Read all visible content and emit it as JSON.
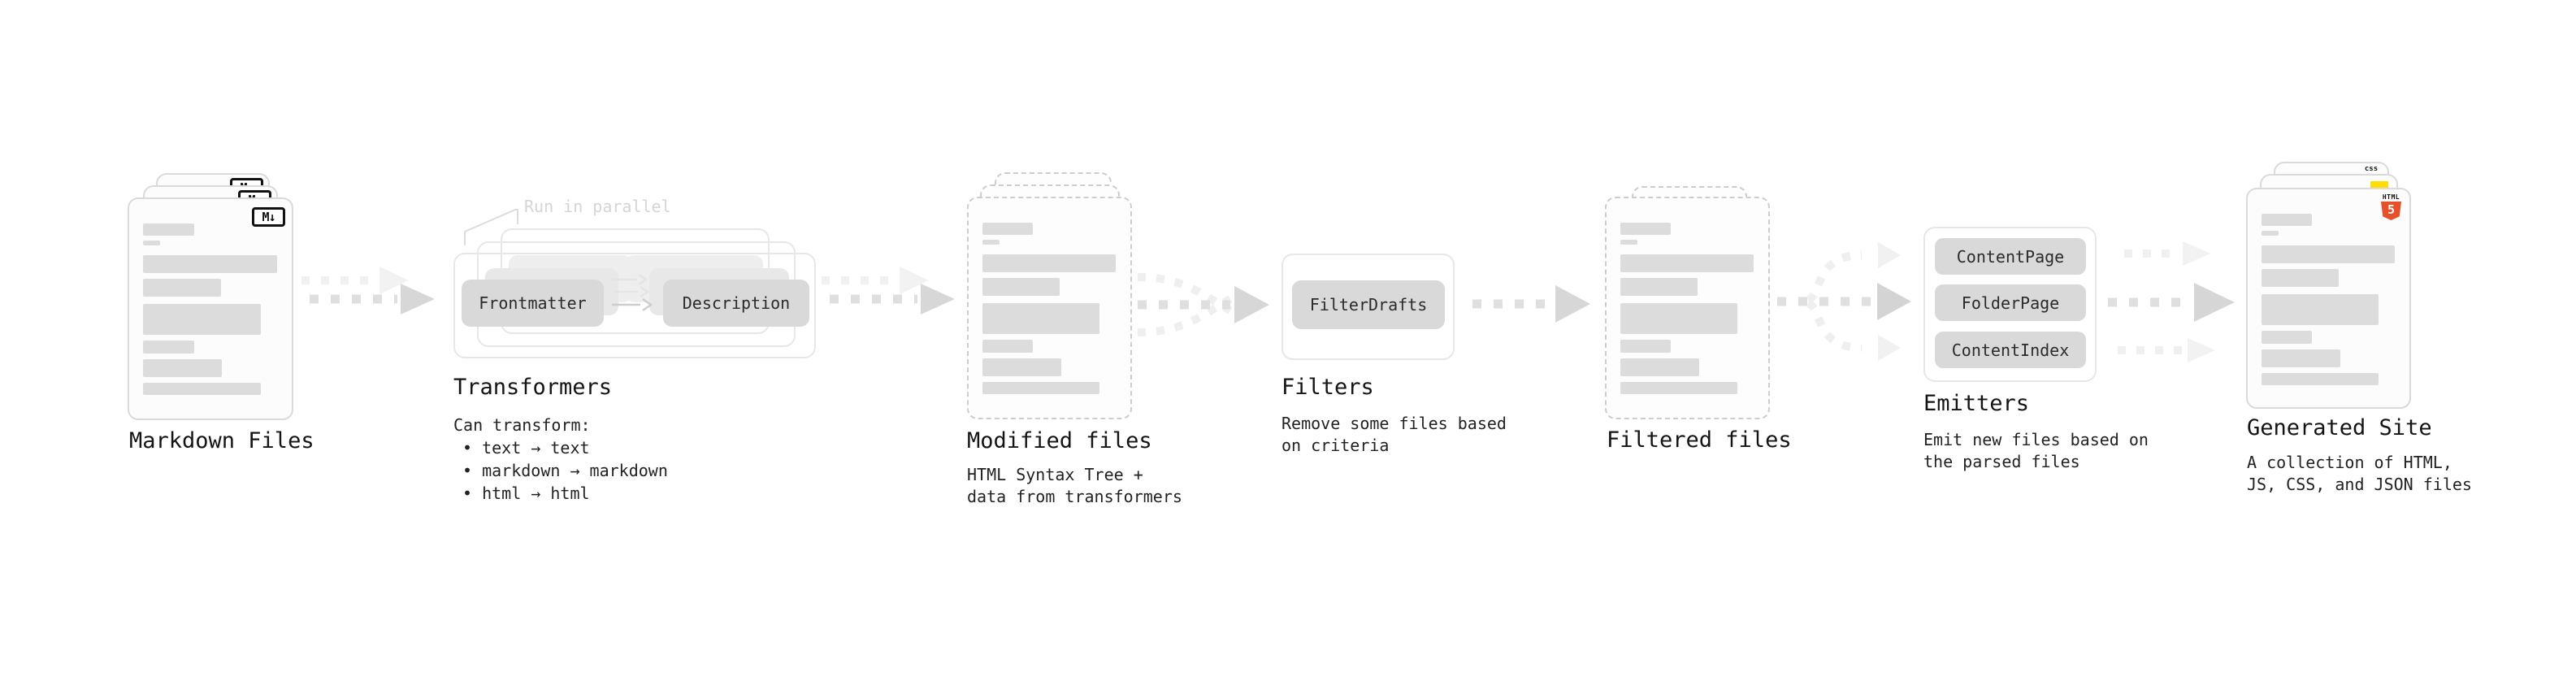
{
  "colors": {
    "accent_html5_orange": "#e8502a",
    "accent_js_yellow": "#ffdd00",
    "accent_css_blue": "#2965f1",
    "bar_gray": "#dcdcdc",
    "button_gray": "#d9d9d9"
  },
  "doc_bars": [
    {
      "w": "38%",
      "h": 15,
      "mt": 0
    },
    {
      "w": "13%",
      "h": 6,
      "mt": 6
    },
    {
      "w": "100%",
      "h": 22,
      "mt": 12
    },
    {
      "w": "58%",
      "h": 22,
      "mt": 7
    },
    {
      "w": "88%",
      "h": 38,
      "mt": 9
    },
    {
      "w": "38%",
      "h": 16,
      "mt": 7
    },
    {
      "w": "59%",
      "h": 22,
      "mt": 7
    },
    {
      "w": "88%",
      "h": 15,
      "mt": 7
    }
  ],
  "stages": {
    "markdown": {
      "label": "Markdown Files",
      "badge": "M↓"
    },
    "transformers": {
      "note": "Run in parallel",
      "button_from": "Frontmatter",
      "button_to": "Description",
      "label": "Transformers",
      "desc_lines": [
        "Can transform:",
        "• text → text",
        "• markdown → markdown",
        "• html → html"
      ]
    },
    "modified": {
      "label": "Modified files",
      "desc_lines": [
        "HTML Syntax Tree +",
        "data from transformers"
      ]
    },
    "filters": {
      "label": "Filters",
      "button": "FilterDrafts",
      "desc_lines": [
        "Remove some files based",
        "on criteria"
      ]
    },
    "filtered": {
      "label": "Filtered files"
    },
    "emitters": {
      "label": "Emitters",
      "buttons": [
        "ContentPage",
        "FolderPage",
        "ContentIndex"
      ],
      "desc_lines": [
        "Emit new files based on",
        "the parsed files"
      ]
    },
    "generated": {
      "label": "Generated Site",
      "css_badge": "css",
      "html5_badge_top": "HTML",
      "html5_badge_num": "5",
      "desc_lines": [
        "A collection of HTML,",
        "JS, CSS, and JSON files"
      ]
    }
  }
}
